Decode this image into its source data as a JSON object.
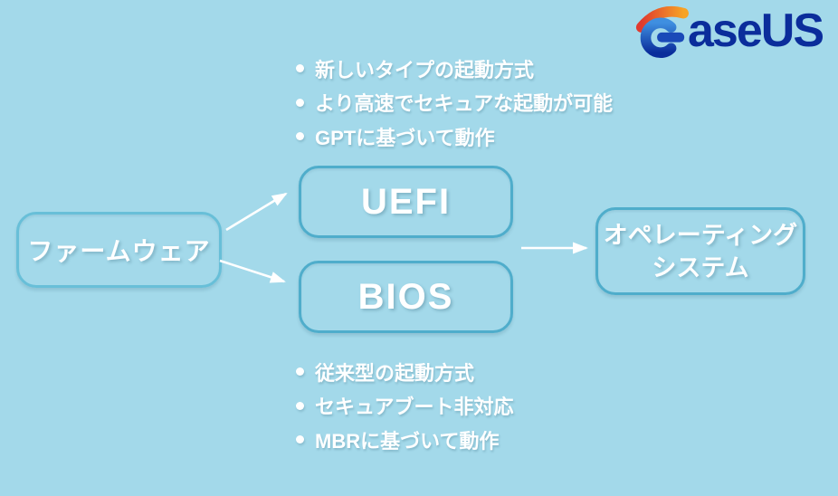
{
  "colors": {
    "background": "#a3d9ea",
    "box_border": "#4fadcb",
    "box_border_light": "#68bfd8",
    "text_white": "#ffffff",
    "arrow": "#ffffff",
    "logo_navy": "#0b2d9b",
    "logo_red": "#e03a2f",
    "logo_orange": "#f7a325",
    "logo_light_blue": "#3f8fe0"
  },
  "logo": {
    "brand": "EaseUS",
    "text": "aseUS",
    "icon": "easeus-e-icon"
  },
  "diagram": {
    "firmware_node": {
      "label": "ファームウェア"
    },
    "uefi_node": {
      "label": "UEFI"
    },
    "bios_node": {
      "label": "BIOS"
    },
    "os_node": {
      "label_line1": "オペレーティング",
      "label_line2": "システム"
    },
    "uefi_bullets": [
      "新しいタイプの起動方式",
      "より高速でセキュアな起動が可能",
      "GPTに基づいて動作"
    ],
    "bios_bullets": [
      "従来型の起動方式",
      "セキュアブート非対応",
      "MBRに基づいて動作"
    ],
    "connections": [
      {
        "from": "firmware",
        "to": "uefi"
      },
      {
        "from": "firmware",
        "to": "bios"
      },
      {
        "from": "uefi-bios",
        "to": "os"
      }
    ]
  }
}
